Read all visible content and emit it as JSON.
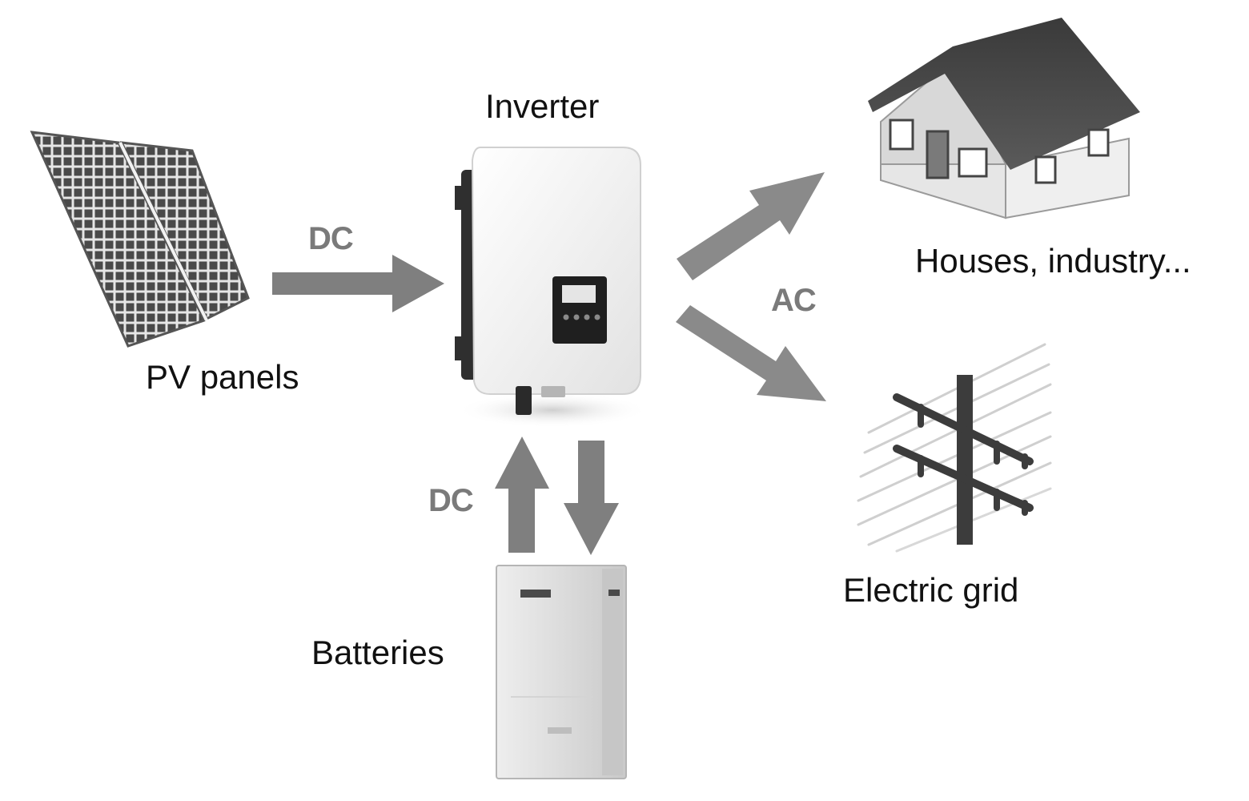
{
  "nodes": {
    "pv_panels": {
      "label": "PV panels",
      "icon": "solar-panel-icon"
    },
    "inverter": {
      "label": "Inverter",
      "icon": "inverter-icon"
    },
    "houses": {
      "label": "Houses, industry...",
      "icon": "house-icon"
    },
    "grid": {
      "label": "Electric grid",
      "icon": "power-pole-icon"
    },
    "batteries": {
      "label": "Batteries",
      "icon": "battery-cabinet-icon"
    }
  },
  "flows": {
    "pv_to_inverter": "DC",
    "battery_link": "DC",
    "inverter_out": "AC"
  },
  "colors": {
    "arrow": "#7f7f7f",
    "text": "#111111",
    "flow_text": "#7a7a7a"
  }
}
